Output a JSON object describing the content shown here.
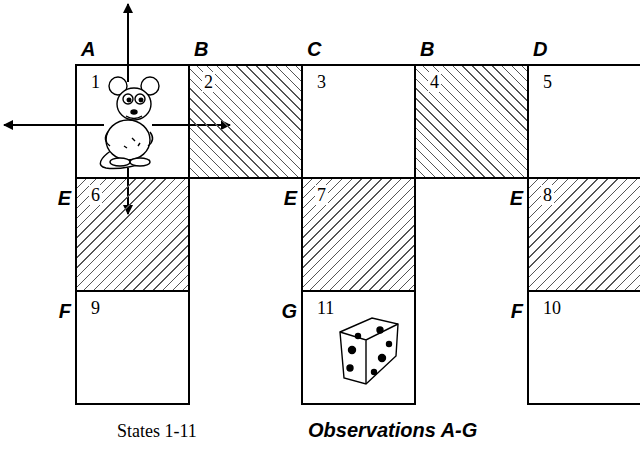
{
  "diagram": {
    "nodes": [
      {
        "text": [
          "A",
          "1"
        ]
      },
      {
        "text": [
          "B",
          "2"
        ]
      },
      {
        "text": [
          "C",
          "3"
        ]
      },
      {
        "text": [
          "B",
          "4"
        ]
      },
      {
        "text": [
          "D",
          "5"
        ]
      },
      {
        "text": [
          "E",
          "6"
        ]
      },
      {
        "text": [
          "E",
          "7"
        ]
      },
      {
        "text": [
          "E",
          "8"
        ]
      },
      {
        "text": [
          "F",
          "9"
        ]
      },
      {
        "text": [
          "G",
          "11"
        ]
      },
      {
        "text": [
          "F",
          "10"
        ]
      }
    ],
    "labels": [
      "States 1-11",
      "Observations A-G"
    ]
  }
}
